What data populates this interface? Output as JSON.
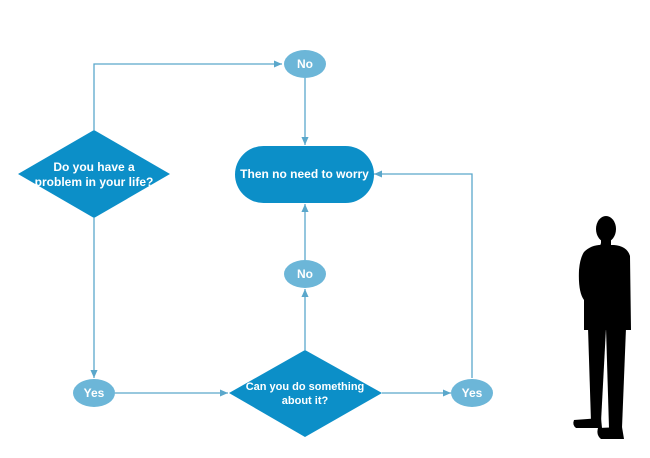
{
  "diagram": {
    "decision_problem": {
      "line1": "Do you have a",
      "line2": "problem in your life?"
    },
    "decision_can_do": {
      "line1": "Can you do something",
      "line2": "about it?"
    },
    "terminal": "Then no need to worry",
    "label_no_top": "No",
    "label_no_mid": "No",
    "label_yes_left": "Yes",
    "label_yes_right": "Yes"
  },
  "colors": {
    "diamond": "#0c8fc8",
    "terminal": "#0c8fc8",
    "oval": "#6cb6d8",
    "connector": "#5aa7cb",
    "silhouette": "#000000"
  },
  "icons": [
    "thinking-man-silhouette"
  ]
}
